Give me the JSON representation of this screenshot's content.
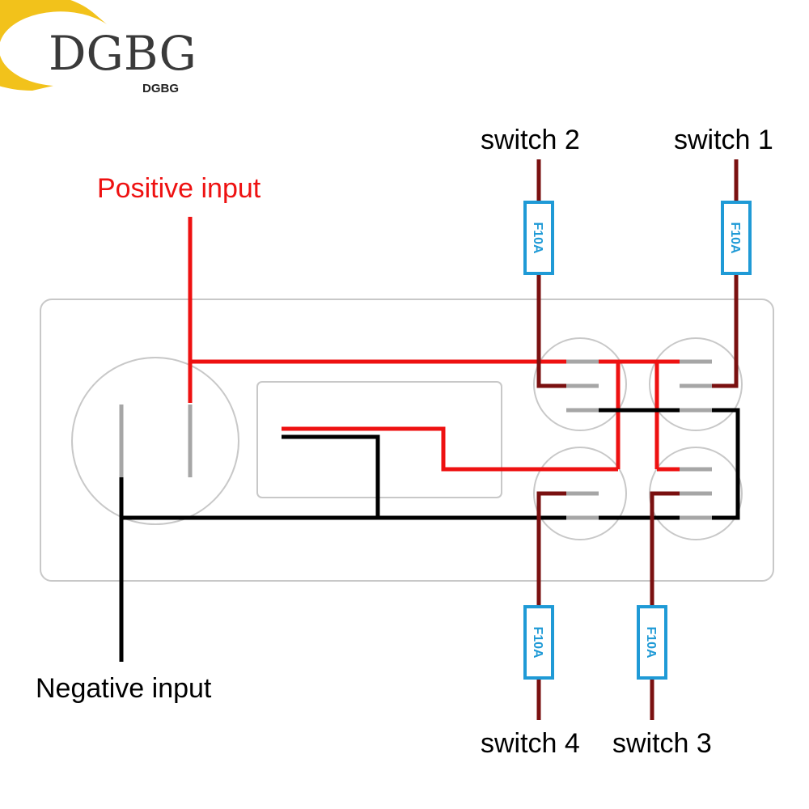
{
  "logo": {
    "brand": "DGBG",
    "sub": "DGBG"
  },
  "labels": {
    "positive_input": "Positive input",
    "negative_input": "Negative input",
    "switch_1": "switch 1",
    "switch_2": "switch 2",
    "switch_3": "switch 3",
    "switch_4": "switch 4"
  },
  "fuses": [
    "F10A",
    "F10A",
    "F10A",
    "F10A"
  ],
  "colors": {
    "positive_wire": "#ee1111",
    "negative_wire": "#000000",
    "switch_wire": "#7a1010",
    "terminal": "#a6a6a6",
    "fuse": "#1f9ad6",
    "logo_ring": "#f2c21b",
    "panel_outline": "#c8c8c8"
  }
}
